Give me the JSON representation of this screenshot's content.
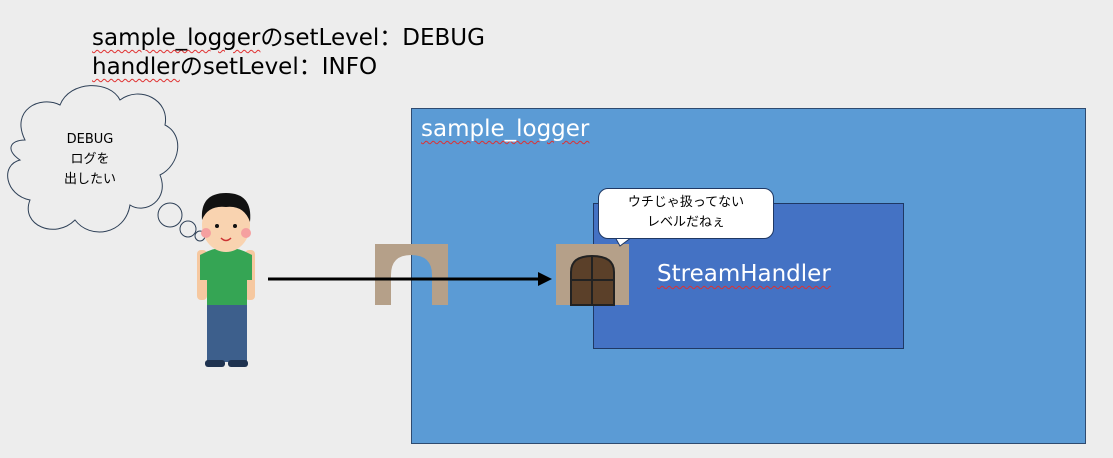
{
  "header": {
    "line1_name": "sample_logger",
    "line1_rest": "のsetLevel：DEBUG",
    "line2_name": "handler",
    "line2_rest": "のsetLevel：INFO"
  },
  "logger_box": {
    "label": "sample_logger",
    "color": "#5b9bd5"
  },
  "handler_box": {
    "label": "StreamHandler",
    "color": "#4472c4"
  },
  "speech_bubble": {
    "line1": "ウチじゃ扱ってない",
    "line2": "レベルだねぇ"
  },
  "thought_cloud": {
    "line1": "DEBUG",
    "line2": "ログを",
    "line3": "出したい"
  }
}
